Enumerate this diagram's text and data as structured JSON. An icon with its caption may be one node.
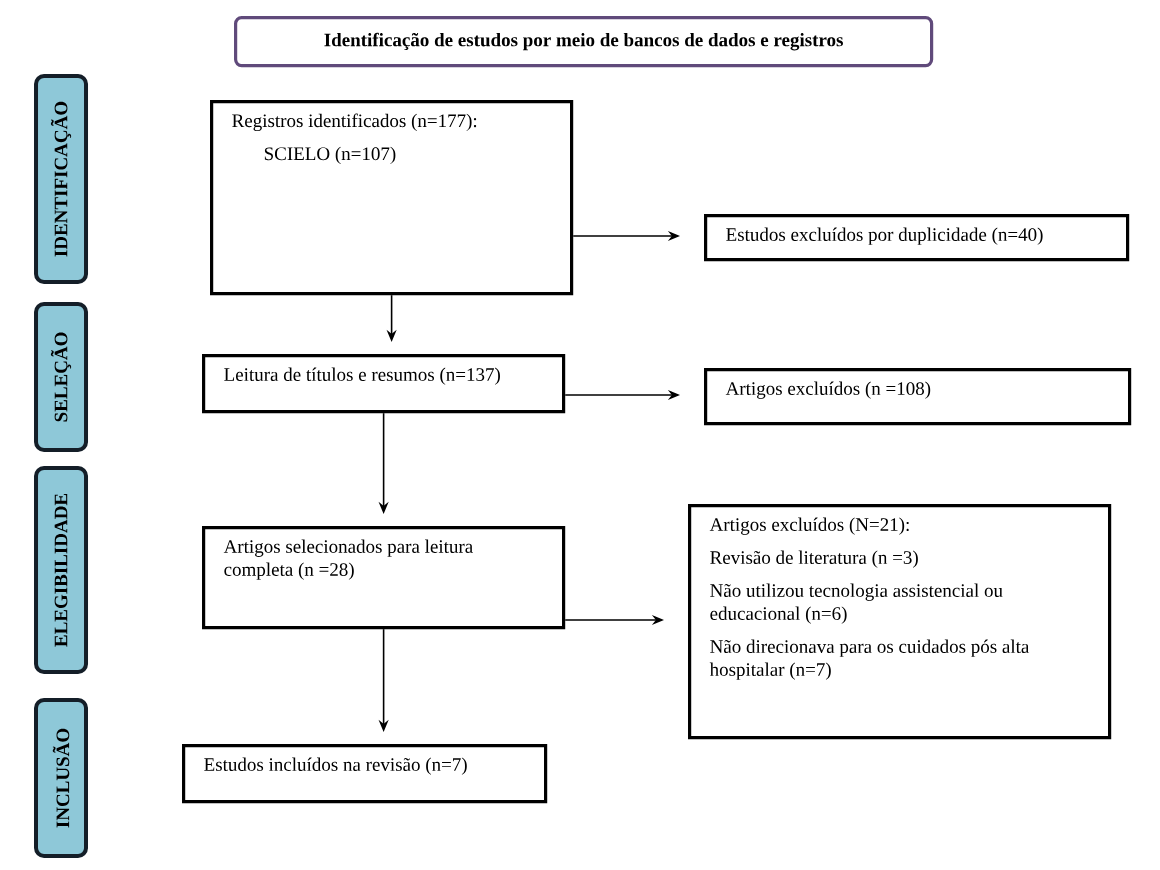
{
  "diagram": {
    "nodes": [
      {
        "text": [
          "Identificação de estudos por meio de bancos de dados e registros"
        ]
      },
      {
        "text": [
          "IDENTIFICAÇÃO"
        ]
      },
      {
        "text": [
          "SELEÇÃO"
        ]
      },
      {
        "text": [
          "ELEGIBILIDADE"
        ]
      },
      {
        "text": [
          "INCLUSÃO"
        ]
      },
      {
        "text": [
          "Registros identificados (n=177):",
          "SCIELO (n=107)"
        ]
      },
      {
        "text": [
          "Estudos excluídos por duplicidade (n=40)"
        ]
      },
      {
        "text": [
          "Leitura de títulos e resumos (n=137)"
        ]
      },
      {
        "text": [
          "Artigos excluídos (n =108)"
        ]
      },
      {
        "text": [
          "Artigos selecionados para leitura completa (n =28)"
        ]
      },
      {
        "text": [
          "Artigos excluídos (N=21):",
          "Revisão de literatura (n =3)",
          "Não utilizou tecnologia assistencial ou educacional (n=6)",
          "Não direcionava para os cuidados pós alta hospitalar (n=7)"
        ]
      },
      {
        "text": [
          "Estudos incluídos na revisão (n=7)"
        ]
      }
    ],
    "edges": [
      {
        "from": 5,
        "to": 6,
        "arrow": "to"
      },
      {
        "from": 5,
        "to": 7,
        "arrow": "to"
      },
      {
        "from": 7,
        "to": 8,
        "arrow": "to"
      },
      {
        "from": 7,
        "to": 9,
        "arrow": "to"
      },
      {
        "from": 9,
        "to": 10,
        "arrow": "to"
      },
      {
        "from": 9,
        "to": 11,
        "arrow": "to"
      }
    ]
  }
}
